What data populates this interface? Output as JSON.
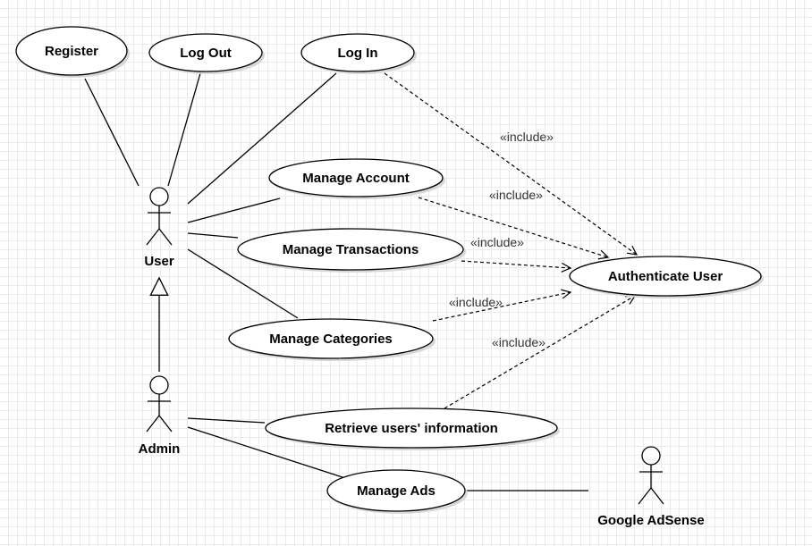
{
  "use_cases": {
    "register": "Register",
    "log_out": "Log Out",
    "log_in": "Log In",
    "manage_account": "Manage Account",
    "manage_transactions": "Manage Transactions",
    "manage_categories": "Manage Categories",
    "retrieve_users_information": "Retrieve users' information",
    "manage_ads": "Manage Ads",
    "authenticate_user": "Authenticate User"
  },
  "actors": {
    "user": "User",
    "admin": "Admin",
    "google_adsense": "Google AdSense"
  },
  "relations": {
    "include": "«include»"
  }
}
